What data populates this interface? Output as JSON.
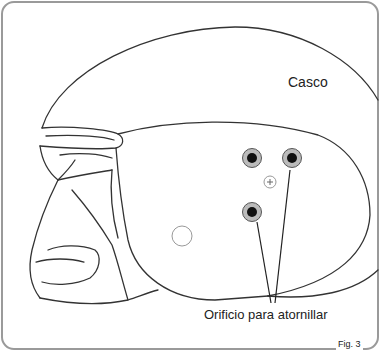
{
  "diagram": {
    "labels": [
      "Casco",
      "Orificio para atornillar",
      "Fig. 3"
    ]
  }
}
